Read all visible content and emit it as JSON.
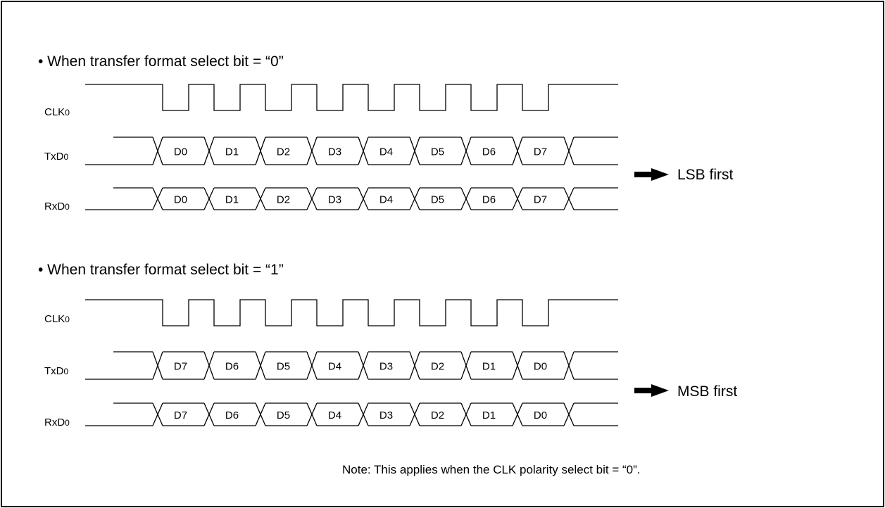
{
  "diagram": {
    "sections": [
      {
        "heading": "• When transfer format select bit = “0”",
        "clock": {
          "name": "CLK",
          "sub": "0"
        },
        "tx": {
          "name": "TxD",
          "sub": "0",
          "bits": [
            "D0",
            "D1",
            "D2",
            "D3",
            "D4",
            "D5",
            "D6",
            "D7"
          ]
        },
        "rx": {
          "name": "RxD",
          "sub": "0",
          "bits": [
            "D0",
            "D1",
            "D2",
            "D3",
            "D4",
            "D5",
            "D6",
            "D7"
          ]
        },
        "result": "LSB  first",
        "arrow_icon": "right-arrow-icon"
      },
      {
        "heading": "• When transfer format select bit = “1”",
        "clock": {
          "name": "CLK",
          "sub": "0"
        },
        "tx": {
          "name": "TxD",
          "sub": "0",
          "bits": [
            "D7",
            "D6",
            "D5",
            "D4",
            "D3",
            "D2",
            "D1",
            "D0"
          ]
        },
        "rx": {
          "name": "RxD",
          "sub": "0",
          "bits": [
            "D7",
            "D6",
            "D5",
            "D4",
            "D3",
            "D2",
            "D1",
            "D0"
          ]
        },
        "result": "MSB  first",
        "arrow_icon": "right-arrow-icon"
      }
    ],
    "note": "Note: This applies when the CLK polarity select bit = “0”."
  }
}
